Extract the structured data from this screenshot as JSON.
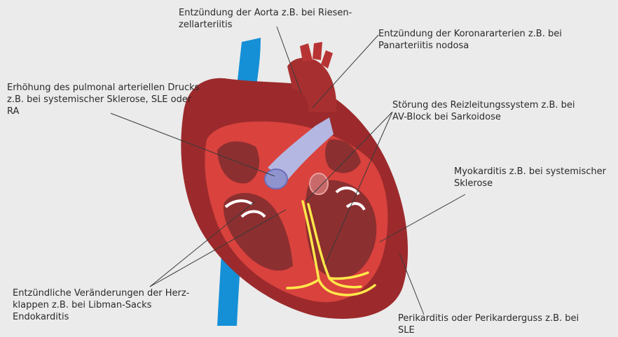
{
  "labels": {
    "aorta": "Entzündung der Aorta z.B. bei Riesen-\nzellarteriitis",
    "koronar": "Entzündung der Koronararterien z.B. bei\nPanarteriitis nodosa",
    "pulmonal": "Erhöhung des pulmonal arteriellen Drucks\nz.B. bei systemischer Sklerose, SLE oder\nRA",
    "reizleitung": "Störung des Reizleitungssystem z.B. bei\nAV-Block bei Sarkoidose",
    "myokarditis": "Myokarditis z.B. bei systemischer\nSklerose",
    "klappen": "Entzündliche Veränderungen der Herz-\nklappen z.B. bei Libman-Sacks\nEndokarditis",
    "perikarditis": "Perikarditis oder Perikarderguss z.B. bei\nSLE"
  },
  "colors": {
    "background": "#ebebeb",
    "vein": "#1590d6",
    "heart_outer": "#9c2a2c",
    "heart_wall": "#d9423d",
    "chamber": "#8c2f30",
    "pulmonary_artery": "#b3b7e2",
    "conduction": "#ffe84a",
    "leader_line": "#3a3a3a"
  }
}
